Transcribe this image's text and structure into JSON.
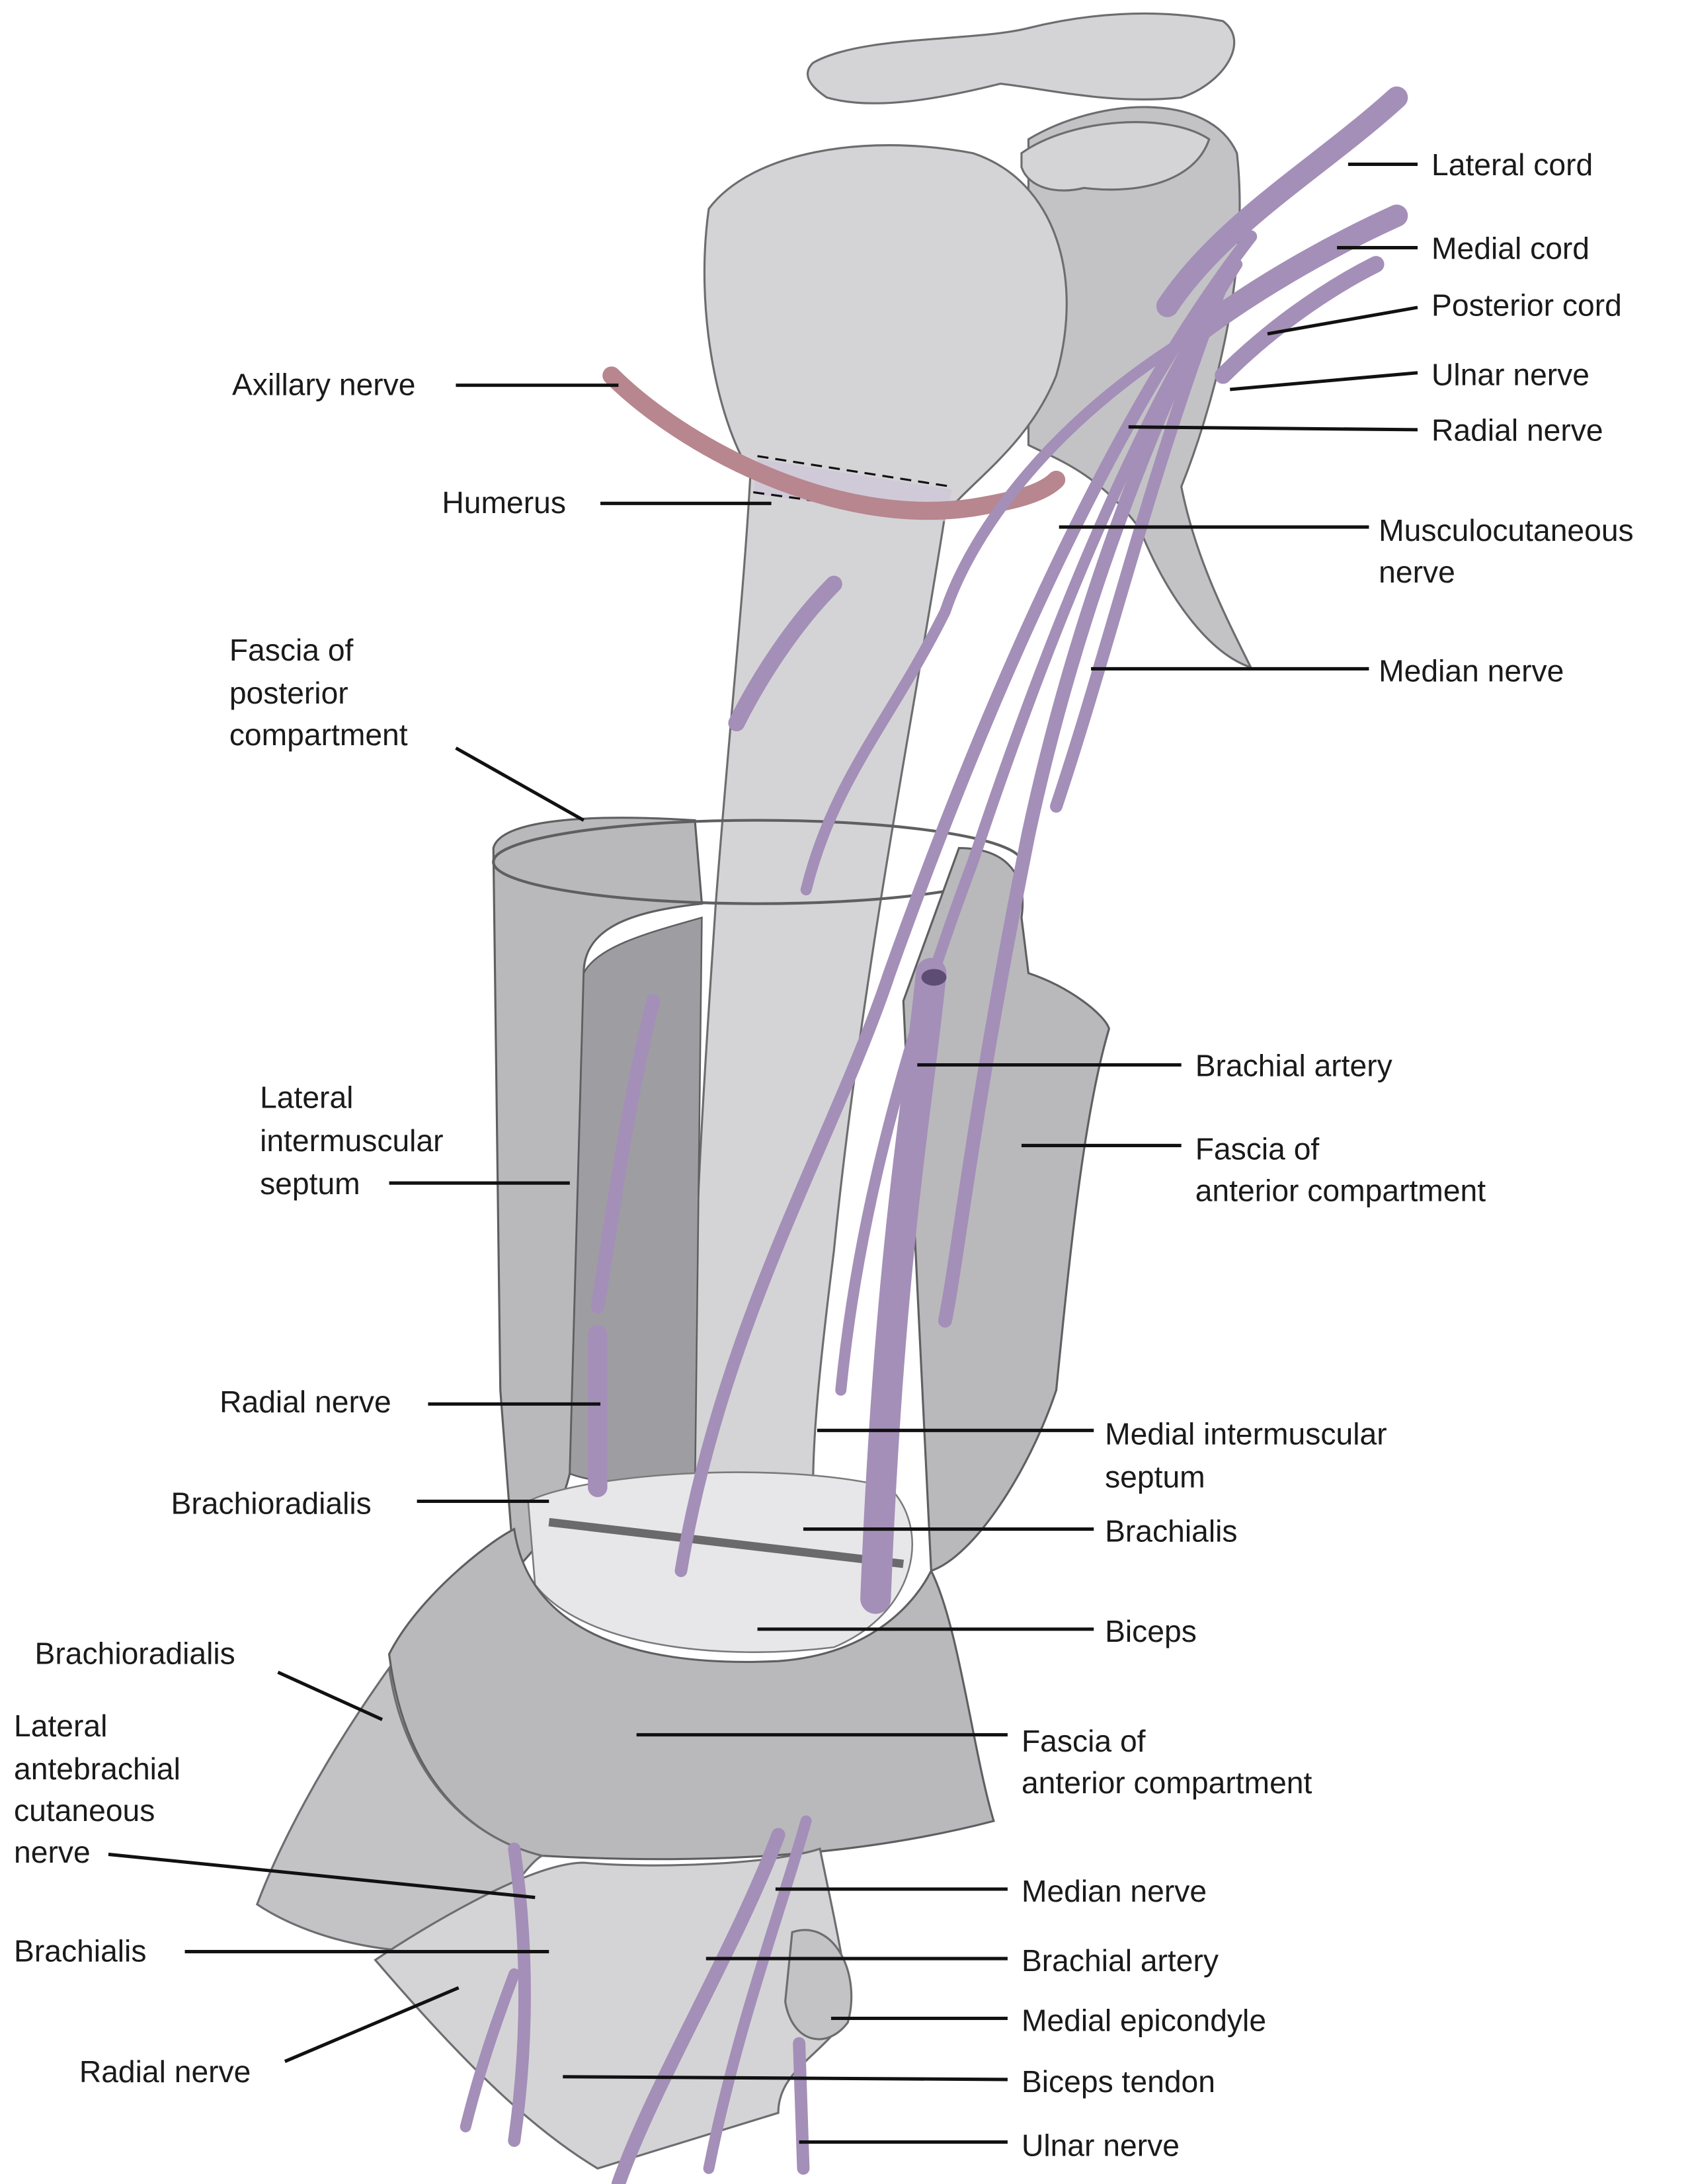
{
  "figure": {
    "colors": {
      "nerve": "#a48fb8",
      "axillary_nerve": "#b7868f",
      "bone": "#d4d4d6",
      "fascia": "#b9b9bc"
    },
    "labels": {
      "lateral_cord": [
        "Lateral cord"
      ],
      "medial_cord": [
        "Medial cord"
      ],
      "posterior_cord": [
        "Posterior cord"
      ],
      "ulnar_nerve_top": [
        "Ulnar nerve"
      ],
      "radial_nerve_top": [
        "Radial nerve"
      ],
      "musculocutaneous_nerve": [
        "Musculocutaneous",
        "nerve"
      ],
      "median_nerve_top": [
        "Median nerve"
      ],
      "axillary_nerve": [
        "Axillary nerve"
      ],
      "humerus": [
        "Humerus"
      ],
      "fascia_posterior": [
        "Fascia of",
        "posterior",
        "compartment"
      ],
      "brachial_artery_top": [
        "Brachial artery"
      ],
      "fascia_anterior_top": [
        "Fascia of",
        "anterior compartment"
      ],
      "lateral_intermuscular_septum": [
        "Lateral",
        "intermuscular",
        "septum"
      ],
      "radial_nerve_mid": [
        "Radial nerve"
      ],
      "medial_intermuscular_septum": [
        "Medial intermuscular",
        "septum"
      ],
      "brachioradialis_mid": [
        "Brachioradialis"
      ],
      "brachialis_mid": [
        "Brachialis"
      ],
      "biceps": [
        "Biceps"
      ],
      "brachioradialis_low": [
        "Brachioradialis"
      ],
      "fascia_anterior_low": [
        "Fascia of",
        "anterior compartment"
      ],
      "lateral_antebrachial_cutaneous_nerve": [
        "Lateral",
        "antebrachial",
        "cutaneous",
        "nerve"
      ],
      "median_nerve_low": [
        "Median nerve"
      ],
      "brachialis_low": [
        "Brachialis"
      ],
      "brachial_artery_low": [
        "Brachial artery"
      ],
      "medial_epicondyle": [
        "Medial epicondyle"
      ],
      "radial_nerve_low": [
        "Radial nerve"
      ],
      "biceps_tendon": [
        "Biceps tendon"
      ],
      "ulnar_nerve_low": [
        "Ulnar nerve"
      ]
    }
  }
}
